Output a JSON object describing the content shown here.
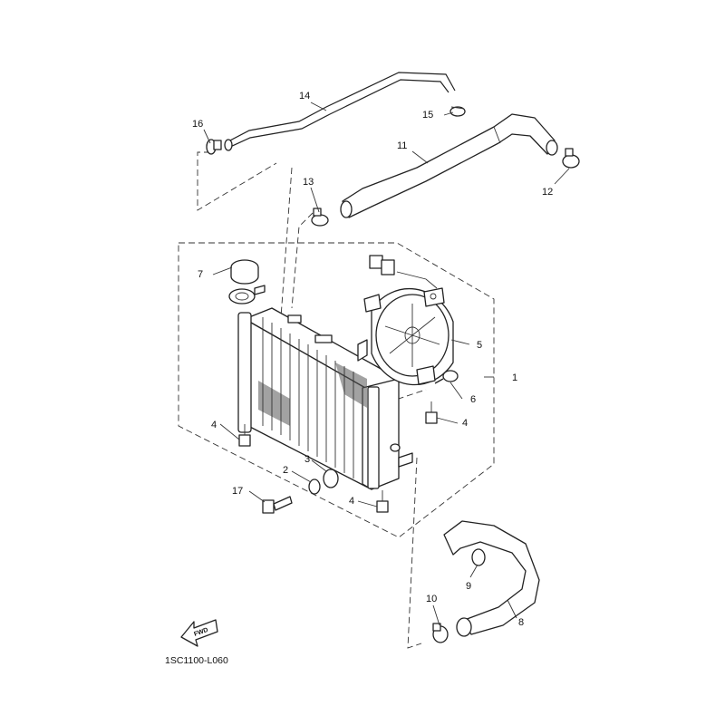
{
  "diagram": {
    "code": "1SC1100-L060",
    "fwd_label": "FWD",
    "callouts": {
      "c1": "1",
      "c2": "2",
      "c3": "3",
      "c4a": "4",
      "c4b": "4",
      "c4c": "4",
      "c5": "5",
      "c6": "6",
      "c7": "7",
      "c8": "8",
      "c9": "9",
      "c10": "10",
      "c11": "11",
      "c12": "12",
      "c13": "13",
      "c14": "14",
      "c15": "15",
      "c16": "16",
      "c17": "17"
    }
  }
}
